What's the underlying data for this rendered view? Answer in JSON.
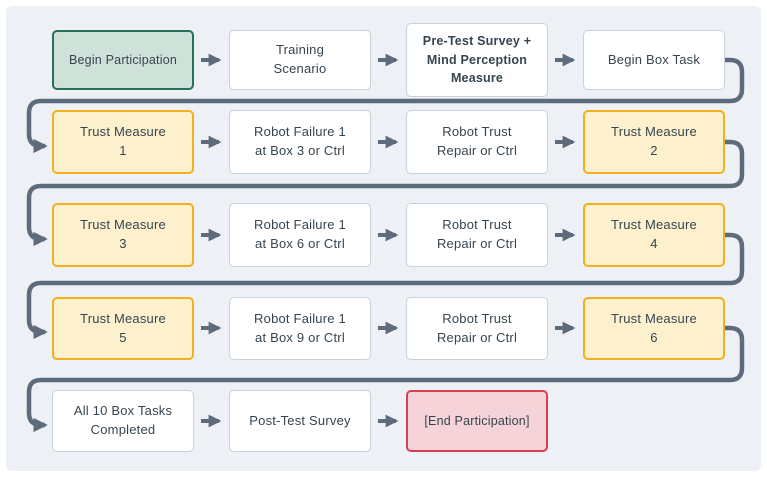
{
  "flowchart": {
    "colors": {
      "background": "#edf1f6",
      "connector": "#5d6b7b",
      "text": "#36454f",
      "start_fill": "#cfe2d9",
      "start_border": "#25725c",
      "trust_fill": "#fdf1cd",
      "trust_border": "#f2b01e",
      "step_fill": "#ffffff",
      "step_border": "#c9d1da",
      "end_fill": "#f6d3d8",
      "end_border": "#d6404f"
    },
    "rows": [
      {
        "boxes": [
          {
            "label": "Begin Participation",
            "type": "start"
          },
          {
            "label": "Training\nScenario",
            "type": "step"
          },
          {
            "label": "Pre-Test Survey +\nMind Perception\nMeasure",
            "type": "step-bold"
          },
          {
            "label": "Begin Box Task",
            "type": "step"
          }
        ]
      },
      {
        "boxes": [
          {
            "label": "Trust Measure\n1",
            "type": "trust"
          },
          {
            "label": "Robot Failure 1\nat Box 3 or Ctrl",
            "type": "step"
          },
          {
            "label": "Robot Trust\nRepair or Ctrl",
            "type": "step"
          },
          {
            "label": "Trust Measure\n2",
            "type": "trust"
          }
        ]
      },
      {
        "boxes": [
          {
            "label": "Trust Measure\n3",
            "type": "trust"
          },
          {
            "label": "Robot Failure 1\nat Box 6 or Ctrl",
            "type": "step"
          },
          {
            "label": "Robot Trust\nRepair or Ctrl",
            "type": "step"
          },
          {
            "label": "Trust Measure\n4",
            "type": "trust"
          }
        ]
      },
      {
        "boxes": [
          {
            "label": "Trust Measure\n5",
            "type": "trust"
          },
          {
            "label": "Robot Failure 1\nat Box 9 or Ctrl",
            "type": "step"
          },
          {
            "label": "Robot Trust\nRepair or Ctrl",
            "type": "step"
          },
          {
            "label": "Trust Measure\n6",
            "type": "trust"
          }
        ]
      },
      {
        "boxes": [
          {
            "label": "All 10 Box Tasks\nCompleted",
            "type": "step"
          },
          {
            "label": "Post-Test Survey",
            "type": "step"
          },
          {
            "label": "[End Participation]",
            "type": "end"
          }
        ]
      }
    ]
  }
}
